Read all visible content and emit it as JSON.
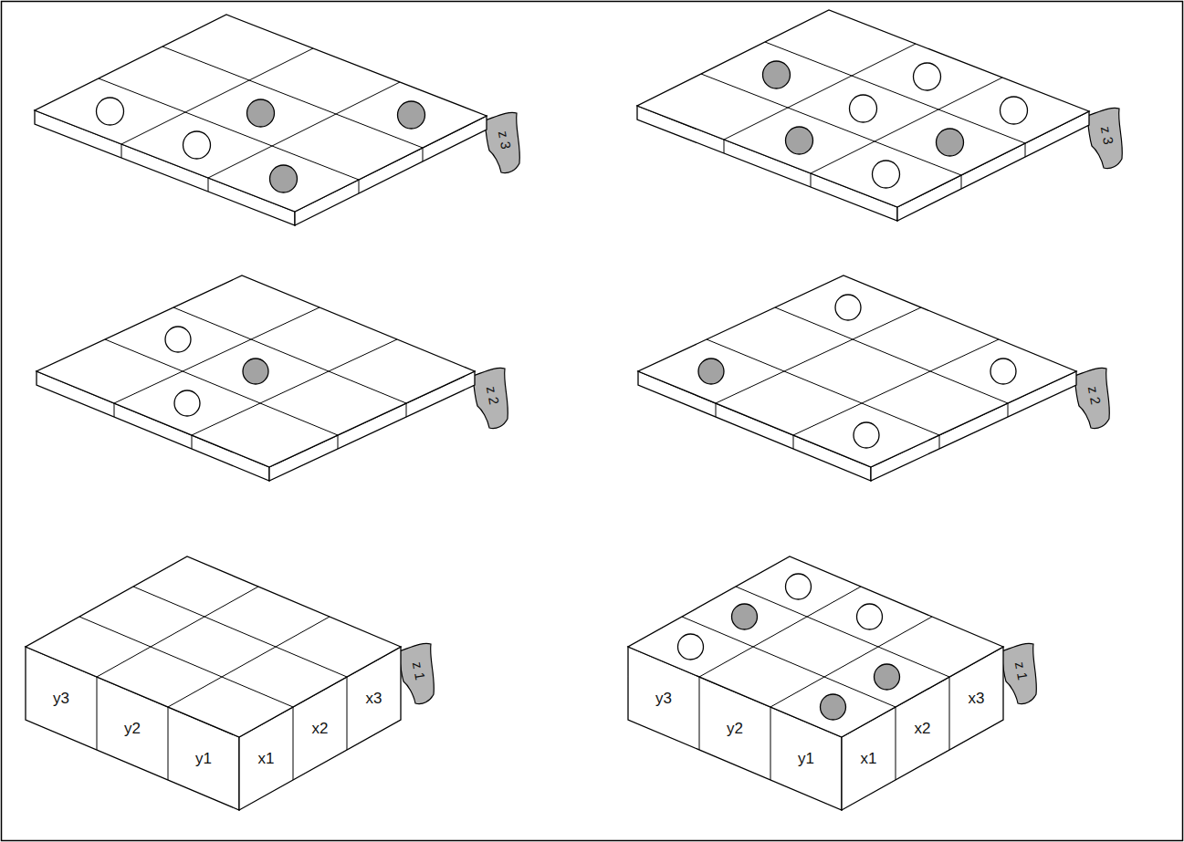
{
  "diagram": {
    "labels": [
      "z 3",
      "z 3",
      "z 2",
      "z 2",
      "y3",
      "y2",
      "y1",
      "x1",
      "x2",
      "x3",
      "z 1",
      "y3",
      "y2",
      "y1",
      "x1",
      "x2",
      "x3",
      "z 1"
    ]
  }
}
